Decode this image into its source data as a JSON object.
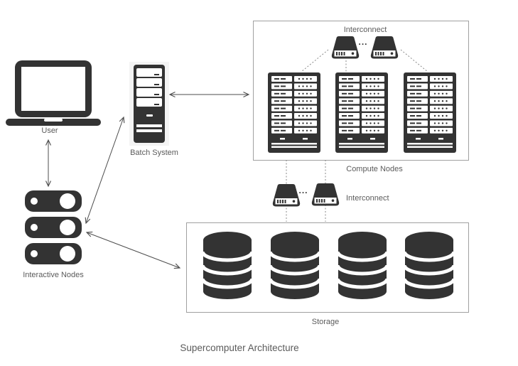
{
  "title": "Supercomputer Architecture",
  "colors": {
    "icon": "#333333",
    "line": "#4d4d4d",
    "label": "#5b5b5b",
    "border": "#a0a0a0",
    "bg": "#ffffff"
  },
  "diagram": {
    "user": {
      "label": "User",
      "icon": "laptop-icon"
    },
    "interactive_nodes": {
      "label": "Interactive Nodes",
      "icon": "server-stack-icon",
      "node_count": 3
    },
    "batch_system": {
      "label": "Batch System",
      "icon": "server-tower-icon"
    },
    "compute_nodes": {
      "label": "Compute Nodes",
      "interconnect": {
        "label": "Interconnect",
        "switch_count": 2,
        "ellipsis": "..."
      },
      "racks": {
        "count": 3,
        "rows_per_rack": 8,
        "icon": "rack-icon"
      }
    },
    "storage_interconnect": {
      "label": "Interconnect",
      "switch_count": 2,
      "ellipsis": "..."
    },
    "storage": {
      "label": "Storage",
      "disk_count": 4,
      "icon": "database-icon"
    },
    "edges": [
      {
        "from": "user",
        "to": "interactive_nodes",
        "style": "double-arrow"
      },
      {
        "from": "interactive_nodes",
        "to": "batch_system",
        "style": "double-arrow"
      },
      {
        "from": "batch_system",
        "to": "compute_nodes",
        "style": "double-arrow"
      },
      {
        "from": "interactive_nodes",
        "to": "storage",
        "style": "double-arrow"
      },
      {
        "from": "compute_nodes.interconnect",
        "to": "compute_nodes.racks",
        "style": "dotted"
      },
      {
        "from": "compute_nodes",
        "to": "storage",
        "via": "storage_interconnect",
        "style": "dotted"
      }
    ]
  }
}
